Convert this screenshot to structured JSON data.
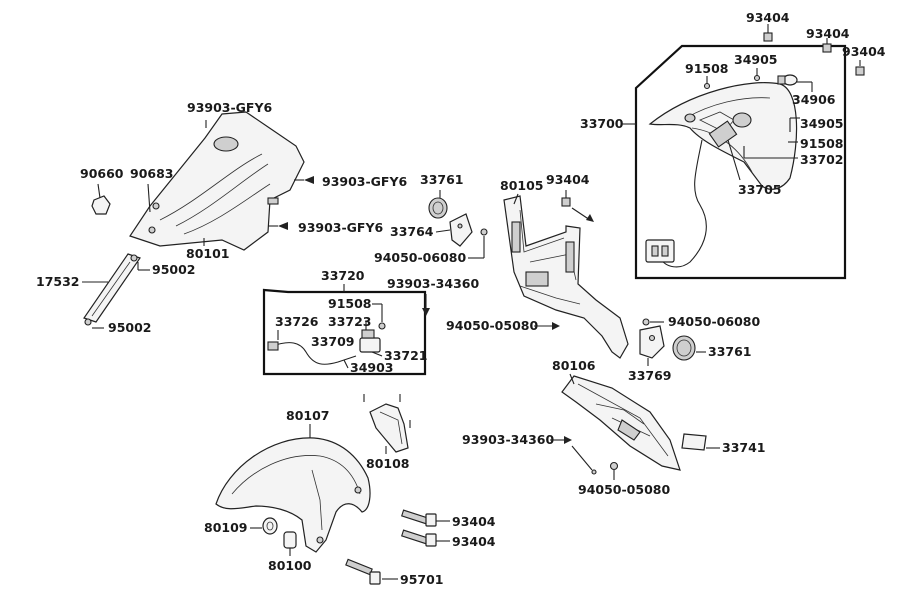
{
  "labels": {
    "l_93404_a": "93404",
    "l_93404_b": "93404",
    "l_93404_c": "93404",
    "l_91508_a": "91508",
    "l_34905_a": "34905",
    "l_34906": "34906",
    "l_34905_b": "34905",
    "l_91508_b": "91508",
    "l_33702": "33702",
    "l_33700": "33700",
    "l_33705": "33705",
    "l_93903gfy6_a": "93903-GFY6",
    "l_93903gfy6_b": "93903-GFY6",
    "l_93903gfy6_c": "93903-GFY6",
    "l_90660": "90660",
    "l_90683": "90683",
    "l_80101": "80101",
    "l_95002_a": "95002",
    "l_17532": "17532",
    "l_95002_b": "95002",
    "l_33761_a": "33761",
    "l_33764": "33764",
    "l_94050_06080_a": "94050-06080",
    "l_80105": "80105",
    "l_93404_d": "93404",
    "l_33720": "33720",
    "l_93903_34360_a": "93903-34360",
    "l_91508_c": "91508",
    "l_33726": "33726",
    "l_33723": "33723",
    "l_33709": "33709",
    "l_33721": "33721",
    "l_34903": "34903",
    "l_94050_05080_a": "94050-05080",
    "l_94050_06080_b": "94050-06080",
    "l_33761_b": "33761",
    "l_33769": "33769",
    "l_80106": "80106",
    "l_80107": "80107",
    "l_80108": "80108",
    "l_93903_34360_b": "93903-34360",
    "l_33741": "33741",
    "l_94050_05080_b": "94050-05080",
    "l_80109": "80109",
    "l_93404_e": "93404",
    "l_93404_f": "93404",
    "l_80100": "80100",
    "l_95701": "95701"
  }
}
